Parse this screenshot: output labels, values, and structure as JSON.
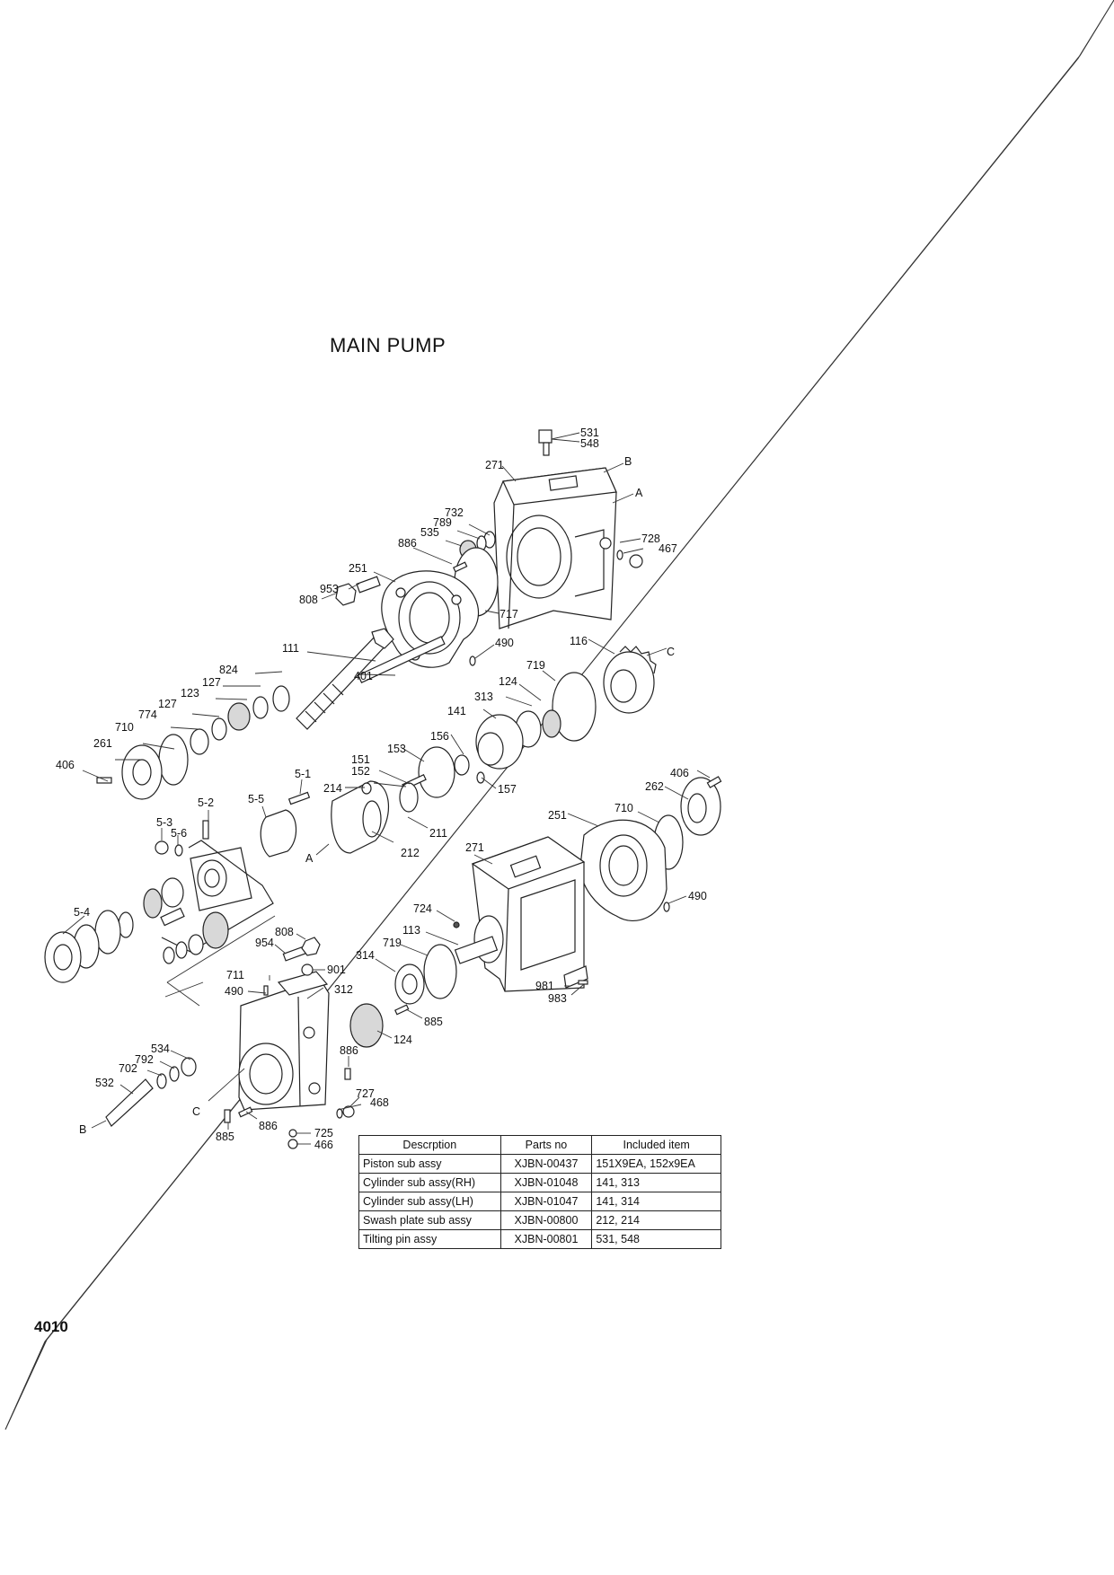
{
  "title": "MAIN PUMP",
  "page_number": "4010",
  "callouts": [
    {
      "id": "c-531",
      "text": "531"
    },
    {
      "id": "c-548",
      "text": "548"
    },
    {
      "id": "c-B-top",
      "text": "B"
    },
    {
      "id": "c-271-top",
      "text": "271"
    },
    {
      "id": "c-A-top",
      "text": "A"
    },
    {
      "id": "c-732",
      "text": "732"
    },
    {
      "id": "c-789",
      "text": "789"
    },
    {
      "id": "c-535",
      "text": "535"
    },
    {
      "id": "c-886-top",
      "text": "886"
    },
    {
      "id": "c-728",
      "text": "728"
    },
    {
      "id": "c-467",
      "text": "467"
    },
    {
      "id": "c-251-top",
      "text": "251"
    },
    {
      "id": "c-953",
      "text": "953"
    },
    {
      "id": "c-808-top",
      "text": "808"
    },
    {
      "id": "c-717",
      "text": "717"
    },
    {
      "id": "c-111",
      "text": "111"
    },
    {
      "id": "c-490-top",
      "text": "490"
    },
    {
      "id": "c-116",
      "text": "116"
    },
    {
      "id": "c-C-right",
      "text": "C"
    },
    {
      "id": "c-824",
      "text": "824"
    },
    {
      "id": "c-719-top",
      "text": "719"
    },
    {
      "id": "c-127a",
      "text": "127"
    },
    {
      "id": "c-123",
      "text": "123"
    },
    {
      "id": "c-401",
      "text": "401"
    },
    {
      "id": "c-124-top",
      "text": "124"
    },
    {
      "id": "c-127b",
      "text": "127"
    },
    {
      "id": "c-313",
      "text": "313"
    },
    {
      "id": "c-774",
      "text": "774"
    },
    {
      "id": "c-141",
      "text": "141"
    },
    {
      "id": "c-710-left",
      "text": "710"
    },
    {
      "id": "c-156",
      "text": "156"
    },
    {
      "id": "c-261",
      "text": "261"
    },
    {
      "id": "c-153",
      "text": "153"
    },
    {
      "id": "c-151",
      "text": "151"
    },
    {
      "id": "c-152",
      "text": "152"
    },
    {
      "id": "c-406-left",
      "text": "406"
    },
    {
      "id": "c-157",
      "text": "157"
    },
    {
      "id": "c-5-1",
      "text": "5-1"
    },
    {
      "id": "c-214",
      "text": "214"
    },
    {
      "id": "c-406-right",
      "text": "406"
    },
    {
      "id": "c-262",
      "text": "262"
    },
    {
      "id": "c-5-2",
      "text": "5-2"
    },
    {
      "id": "c-5-5",
      "text": "5-5"
    },
    {
      "id": "c-251-right",
      "text": "251"
    },
    {
      "id": "c-710-right",
      "text": "710"
    },
    {
      "id": "c-5-3",
      "text": "5-3"
    },
    {
      "id": "c-5-6",
      "text": "5-6"
    },
    {
      "id": "c-211",
      "text": "211"
    },
    {
      "id": "c-271-mid",
      "text": "271"
    },
    {
      "id": "c-A-mid",
      "text": "A"
    },
    {
      "id": "c-212",
      "text": "212"
    },
    {
      "id": "c-490-right",
      "text": "490"
    },
    {
      "id": "c-724",
      "text": "724"
    },
    {
      "id": "c-5-4",
      "text": "5-4"
    },
    {
      "id": "c-808-mid",
      "text": "808"
    },
    {
      "id": "c-113",
      "text": "113"
    },
    {
      "id": "c-954",
      "text": "954"
    },
    {
      "id": "c-719-mid",
      "text": "719"
    },
    {
      "id": "c-314",
      "text": "314"
    },
    {
      "id": "c-901",
      "text": "901"
    },
    {
      "id": "c-711",
      "text": "711"
    },
    {
      "id": "c-981",
      "text": "981"
    },
    {
      "id": "c-490-mid",
      "text": "490"
    },
    {
      "id": "c-312",
      "text": "312"
    },
    {
      "id": "c-983",
      "text": "983"
    },
    {
      "id": "c-885-mid",
      "text": "885"
    },
    {
      "id": "c-124-mid",
      "text": "124"
    },
    {
      "id": "c-534",
      "text": "534"
    },
    {
      "id": "c-886-mid",
      "text": "886"
    },
    {
      "id": "c-792",
      "text": "792"
    },
    {
      "id": "c-702",
      "text": "702"
    },
    {
      "id": "c-532",
      "text": "532"
    },
    {
      "id": "c-727",
      "text": "727"
    },
    {
      "id": "c-468",
      "text": "468"
    },
    {
      "id": "c-C-bottom",
      "text": "C"
    },
    {
      "id": "c-B-bottom",
      "text": "B"
    },
    {
      "id": "c-886-bottom",
      "text": "886"
    },
    {
      "id": "c-725",
      "text": "725"
    },
    {
      "id": "c-885-bottom",
      "text": "885"
    },
    {
      "id": "c-466",
      "text": "466"
    }
  ],
  "parts_table": {
    "headers": [
      "Descrption",
      "Parts no",
      "Included item"
    ],
    "rows": [
      [
        "Piston sub assy",
        "XJBN-00437",
        "151X9EA, 152x9EA"
      ],
      [
        "Cylinder sub assy(RH)",
        "XJBN-01048",
        "141, 313"
      ],
      [
        "Cylinder sub assy(LH)",
        "XJBN-01047",
        "141, 314"
      ],
      [
        "Swash plate sub assy",
        "XJBN-00800",
        "212, 214"
      ],
      [
        "Tilting pin assy",
        "XJBN-00801",
        "531, 548"
      ]
    ]
  }
}
